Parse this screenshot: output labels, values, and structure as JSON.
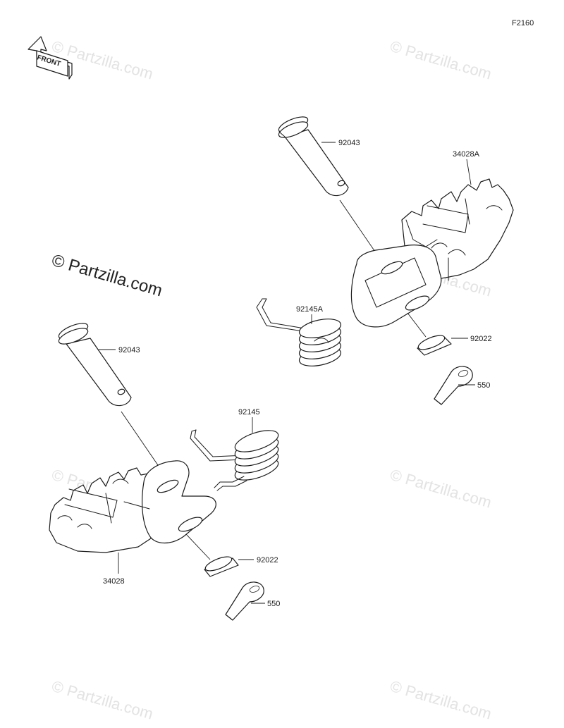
{
  "figure_code": "F2160",
  "front_label": "FRONT",
  "watermark_text": "© Partzilla.com",
  "part_labels": {
    "pin_right": "92043",
    "step_right": "34028A",
    "spring_right": "92145A",
    "washer_right": "92022",
    "cotter_right": "550",
    "pin_left": "92043",
    "spring_left": "92145",
    "washer_left": "92022",
    "cotter_left": "550",
    "step_left": "34028"
  },
  "colors": {
    "line": "#1a1a1a",
    "watermark": "#e3e3e3"
  }
}
